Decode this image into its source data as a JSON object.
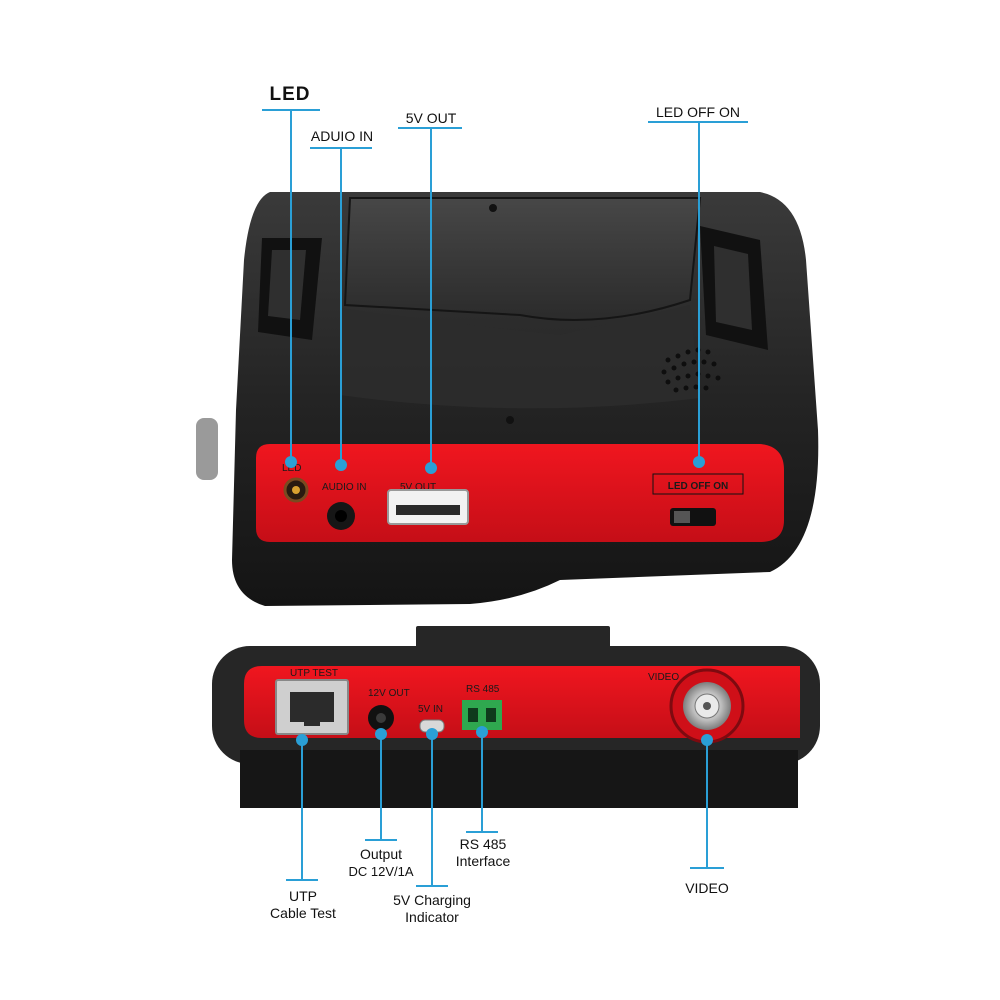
{
  "callouts": {
    "led": "LED",
    "audio_in": "ADUIO IN",
    "five_v_out": "5V OUT",
    "led_off_on": "LED OFF ON",
    "utp_line1": "UTP",
    "utp_line2": "Cable Test",
    "output_line1": "Output",
    "output_line2": "DC 12V/1A",
    "charging_line1": "5V Charging",
    "charging_line2": "Indicator",
    "rs485_line1": "RS 485",
    "rs485_line2": "Interface",
    "video": "VIDEO"
  },
  "panel_print": {
    "top_led": "LED",
    "top_audio": "AUDIO IN",
    "top_5v": "5V OUT",
    "top_switch": "LED  OFF  ON",
    "bottom_utp": "UTP  TEST",
    "bottom_12v": "12V  OUT",
    "bottom_5v": "5V  IN",
    "bottom_rs485": "RS  485",
    "bottom_video": "VIDEO"
  },
  "colors": {
    "accent_line": "#2a9fd6",
    "panel_red": "#e0121c",
    "body_black": "#1f1f1f"
  }
}
